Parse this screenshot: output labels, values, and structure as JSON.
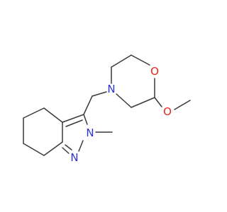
{
  "molecule": {
    "atoms": [
      {
        "id": "N_morph",
        "text": "N",
        "color": "#2b33d6"
      },
      {
        "id": "O_ring",
        "text": "O",
        "color": "#e8261c"
      },
      {
        "id": "O_methoxy",
        "text": "O",
        "color": "#e8261c"
      },
      {
        "id": "N_pyrazole_2",
        "text": "N",
        "color": "#2b33d6"
      },
      {
        "id": "N_pyrazole_1",
        "text": "N",
        "color": "#2b33d6"
      }
    ],
    "bond_color": "#3a3a3a"
  }
}
